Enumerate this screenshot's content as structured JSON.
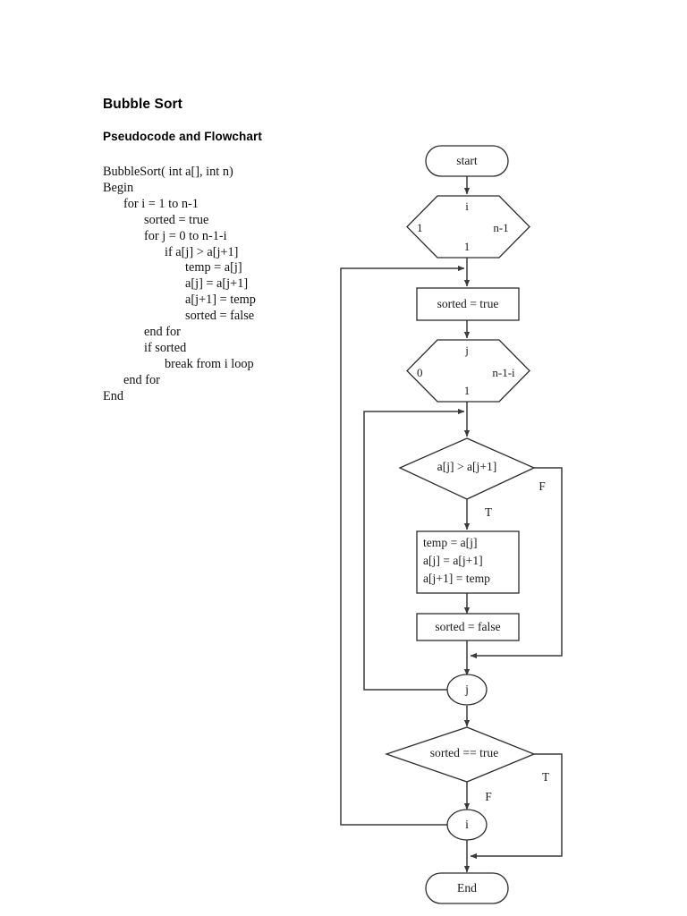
{
  "document": {
    "title": "Bubble Sort",
    "subtitle": "Pseudocode and Flowchart"
  },
  "pseudocode": {
    "lines": [
      {
        "indent": 0,
        "text": "BubbleSort( int a[], int n)"
      },
      {
        "indent": 0,
        "text": "Begin"
      },
      {
        "indent": 1,
        "text": "for i = 1 to n-1"
      },
      {
        "indent": 2,
        "text": "sorted = true"
      },
      {
        "indent": 2,
        "text": "for j = 0 to n-1-i"
      },
      {
        "indent": 3,
        "text": "if a[j] > a[j+1]"
      },
      {
        "indent": 4,
        "text": "temp = a[j]"
      },
      {
        "indent": 4,
        "text": "a[j] = a[j+1]"
      },
      {
        "indent": 4,
        "text": "a[j+1] = temp"
      },
      {
        "indent": 4,
        "text": "sorted = false"
      },
      {
        "indent": 2,
        "text": "end for"
      },
      {
        "indent": 2,
        "text": "if sorted"
      },
      {
        "indent": 3,
        "text": "break from i loop"
      },
      {
        "indent": 1,
        "text": "end for"
      },
      {
        "indent": 0,
        "text": "End"
      }
    ]
  },
  "flowchart": {
    "colors": {
      "shape_stroke": "#2b2b2b",
      "connector_stroke": "#3a3a3a",
      "shape_fill": "#ffffff",
      "text": "#1a1a1a"
    },
    "nodes": {
      "start": {
        "type": "terminal",
        "label": "start"
      },
      "loop_i": {
        "type": "loop-hexagon",
        "variable": "i",
        "from": "1",
        "to": "n-1",
        "step": "1"
      },
      "sorted_true": {
        "type": "process",
        "label": "sorted = true"
      },
      "loop_j": {
        "type": "loop-hexagon",
        "variable": "j",
        "from": "0",
        "to": "n-1-i",
        "step": "1"
      },
      "compare": {
        "type": "decision",
        "label": "a[j] > a[j+1]"
      },
      "swap": {
        "type": "process",
        "lines": [
          "temp = a[j]",
          "a[j] = a[j+1]",
          "a[j+1] = temp"
        ]
      },
      "sorted_false": {
        "type": "process",
        "label": "sorted = false"
      },
      "loop_j_end": {
        "type": "connector-ellipse",
        "label": "j"
      },
      "check_sorted": {
        "type": "decision",
        "label": "sorted == true"
      },
      "loop_i_end": {
        "type": "connector-ellipse",
        "label": "i"
      },
      "end": {
        "type": "terminal",
        "label": "End"
      }
    },
    "edge_labels": {
      "compare_false": "F",
      "compare_true": "T",
      "check_sorted_true": "T",
      "check_sorted_false": "F"
    }
  }
}
